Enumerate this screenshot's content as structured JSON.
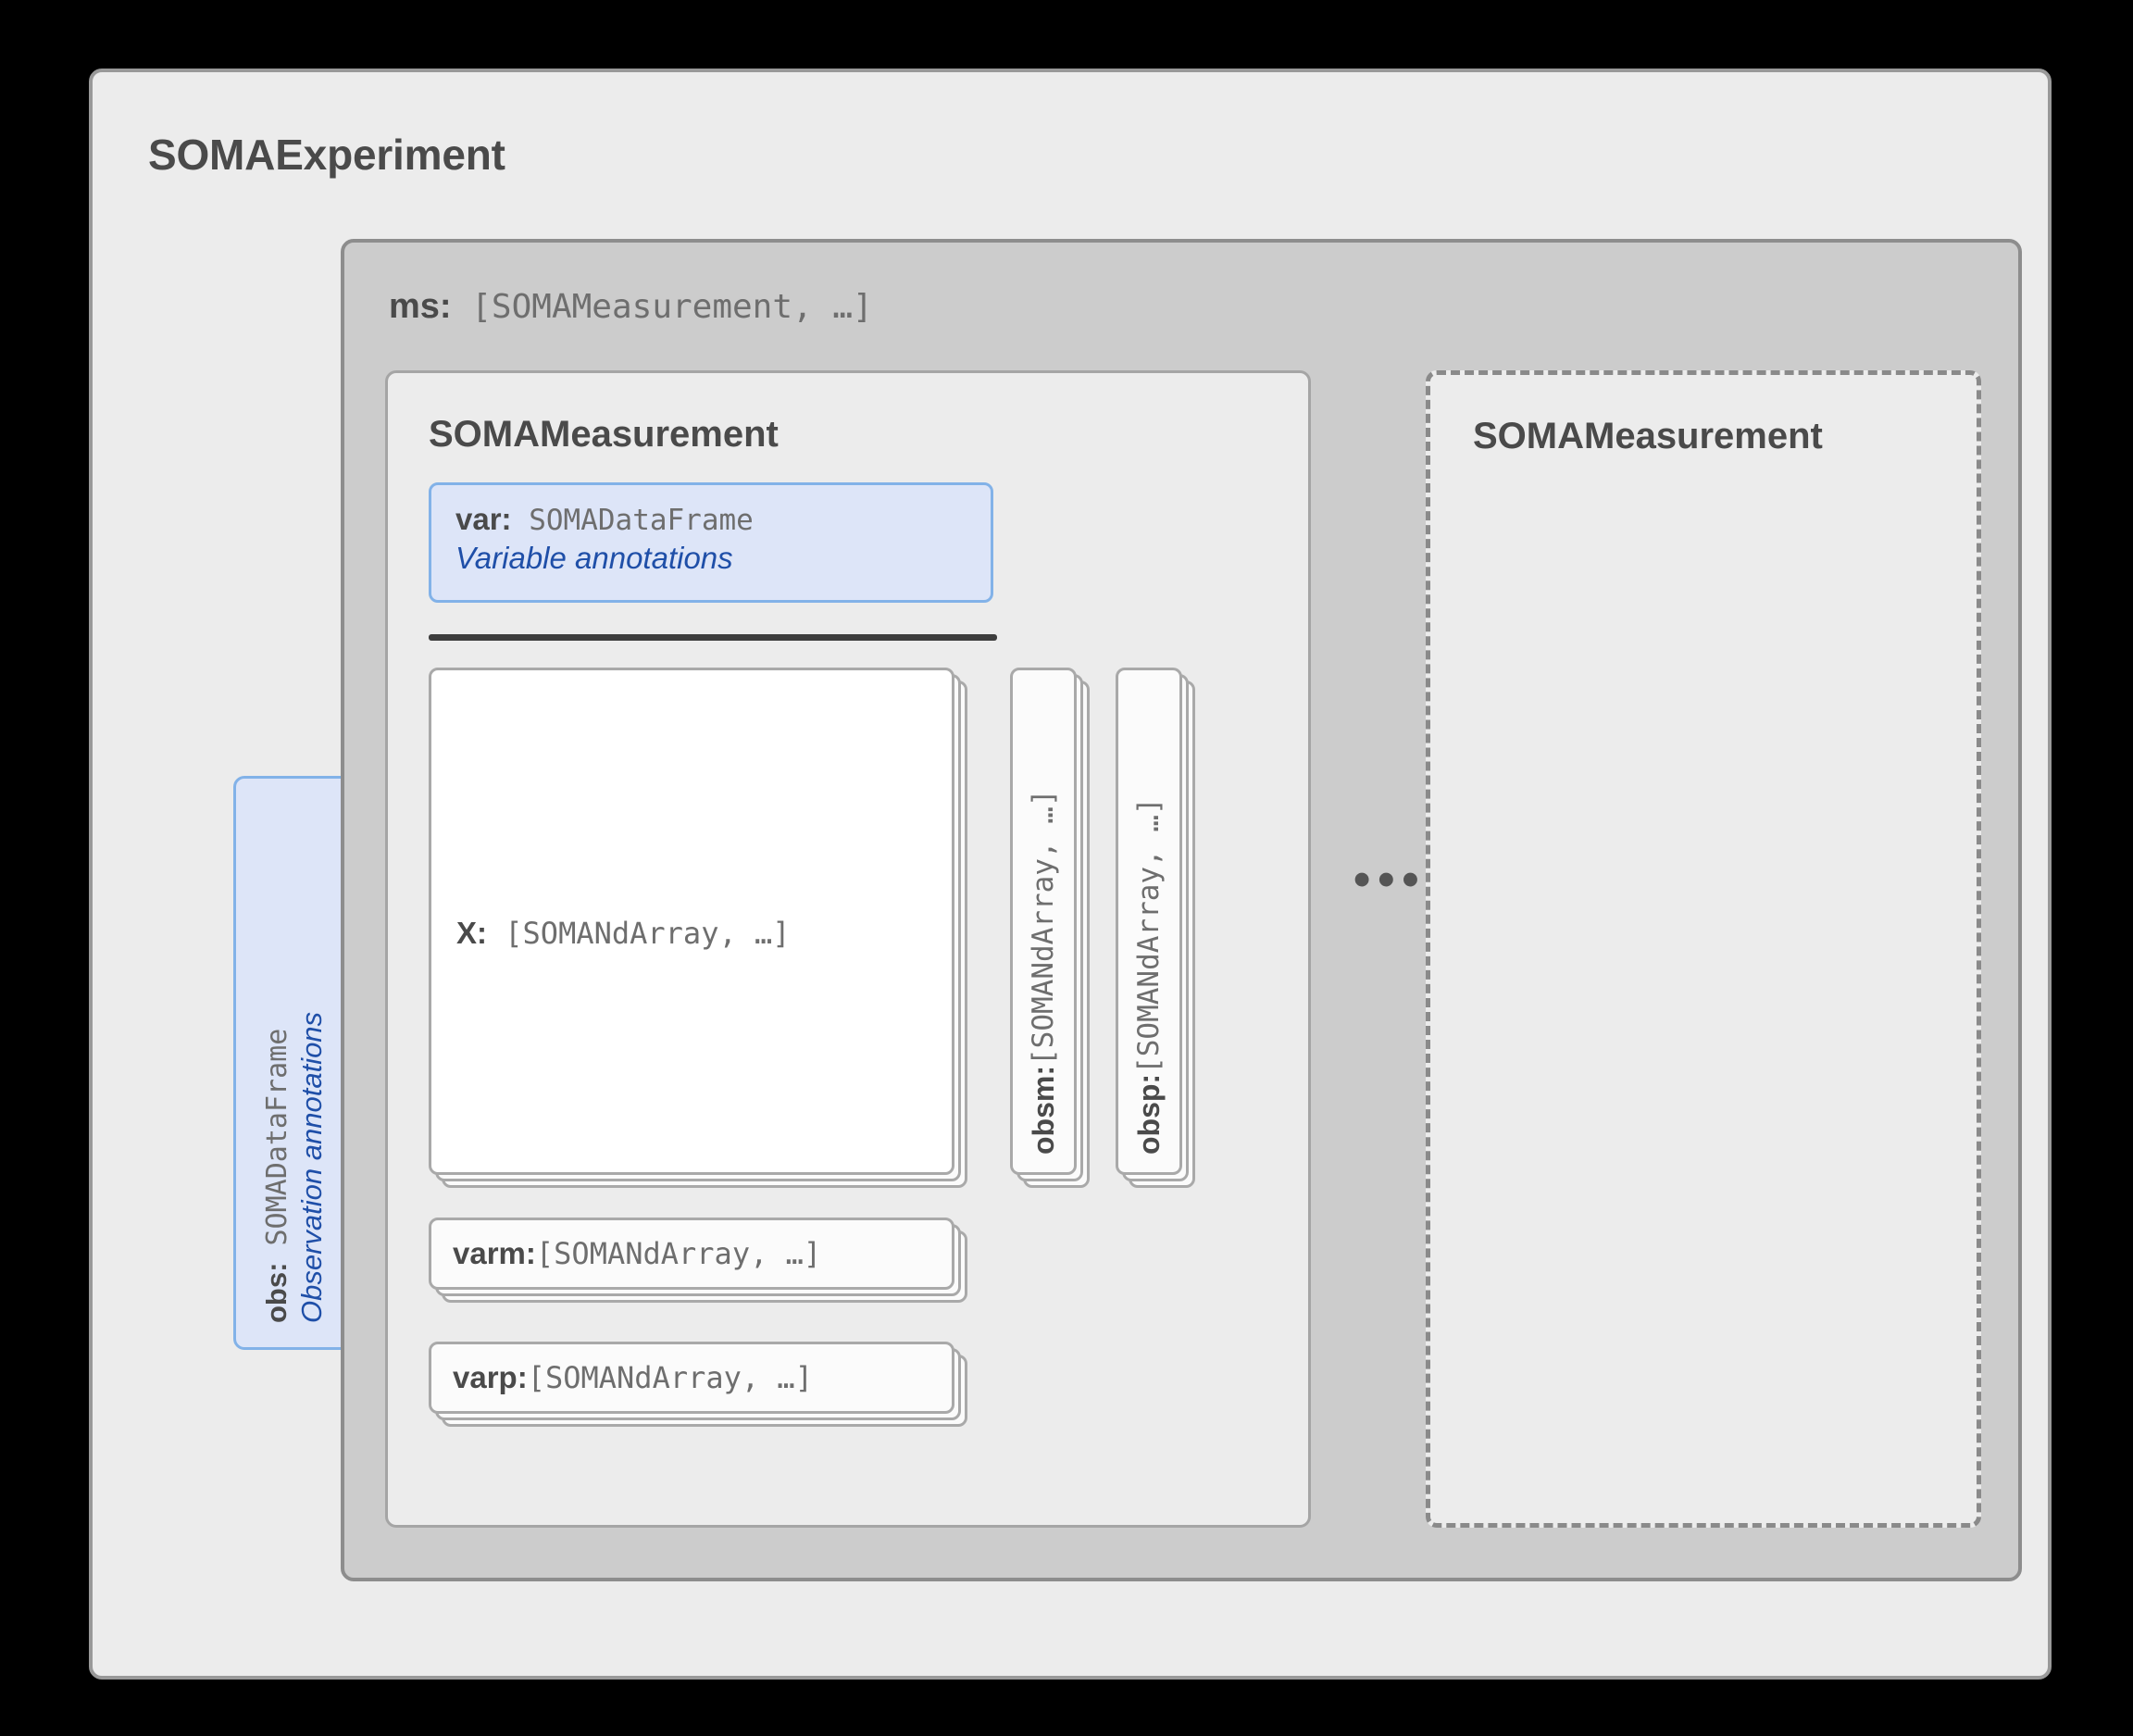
{
  "diagram": {
    "title": "SOMAExperiment",
    "colors": {
      "outer_fill": "#ececec",
      "outer_border": "#999999",
      "ms_fill": "#cccccc",
      "ms_border": "#8d8d8d",
      "card_fill": "#fbfbfb",
      "card_border": "#a9a9a9",
      "accent_fill": "#dde5f8",
      "accent_border": "#82b2e8",
      "accent_text": "#1f4fa8",
      "text": "#4a4a4a",
      "mono_text": "#6e6e6e",
      "rule": "#3d3d3d"
    }
  },
  "ms": {
    "key": "ms:",
    "type": "[SOMAMeasurement, …]"
  },
  "obs": {
    "key": "obs:",
    "type": "SOMADataFrame",
    "description": "Observation annotations"
  },
  "measurement": {
    "title": "SOMAMeasurement",
    "var": {
      "key": "var:",
      "type": "SOMADataFrame",
      "description": "Variable annotations"
    },
    "x": {
      "key": "X:",
      "type": "[SOMANdArray, …]"
    },
    "obsm": {
      "key": "obsm:",
      "type": "[SOMANdArray, …]"
    },
    "obsp": {
      "key": "obsp:",
      "type": "[SOMANdArray, …]"
    },
    "varm": {
      "key": "varm:",
      "type": "[SOMANdArray, …]"
    },
    "varp": {
      "key": "varp:",
      "type": "[SOMANdArray, …]"
    }
  },
  "measurement_ghost": {
    "title": "SOMAMeasurement"
  },
  "ellipsis": {
    "text": "•••"
  }
}
